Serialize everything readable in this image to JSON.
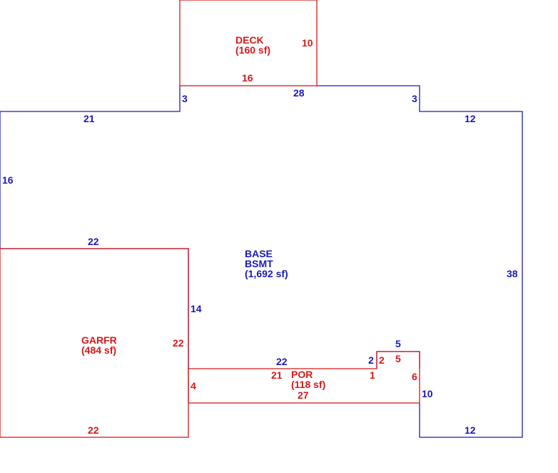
{
  "colors": {
    "base": "#1a1ab8",
    "addition": "#d81818"
  },
  "areas": {
    "base": {
      "name1": "BASE",
      "name2": "BSMT",
      "size": "(1,692 sf)"
    },
    "deck": {
      "name": "DECK",
      "size": "(160 sf)"
    },
    "garage": {
      "name": "GARFR",
      "size": "(484 sf)"
    },
    "porch": {
      "name": "POR",
      "size": "(118 sf)"
    }
  },
  "dimensions": {
    "base": {
      "top_middle": "28",
      "step_left": "3",
      "step_right": "3",
      "top_left": "21",
      "top_right": "12",
      "left": "16",
      "mid_left": "22",
      "garage_right": "14",
      "right": "38",
      "porch_top": "22",
      "notch_left": "2",
      "notch_top": "5",
      "lower_right": "10",
      "bottom_right": "12"
    },
    "deck": {
      "right": "10",
      "bottom": "16"
    },
    "garage": {
      "right": "22",
      "bottom": "22"
    },
    "porch": {
      "top": "21",
      "left": "4",
      "bottom": "27",
      "step": "1",
      "notch_left": "2",
      "notch_top": "5",
      "right": "6"
    }
  }
}
